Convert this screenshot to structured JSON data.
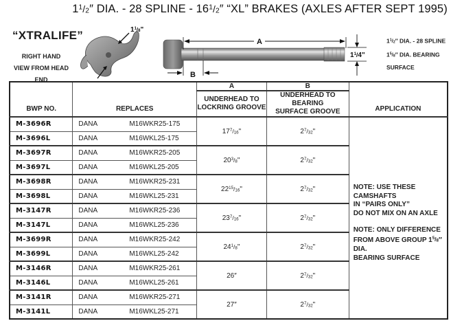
{
  "title": {
    "dia_whole": "1",
    "dia_num": "1",
    "dia_den": "2",
    "part1": "″ DIA. - 28 SPLINE - 16",
    "len_num": "1",
    "len_den": "2",
    "part2": "″ “XL” BRAKES (AXLES AFTER SEPT 1995)"
  },
  "cam_image": {
    "label": "“XTRALIFE”",
    "hand": "RIGHT HAND",
    "view": "VIEW FROM HEAD END",
    "dim_whole": "1",
    "dim_num": "1",
    "dim_den": "8"
  },
  "shaft_image": {
    "label_a": "A",
    "label_b": "B",
    "dia_whole": "1",
    "dia_num": "1",
    "dia_den": "4"
  },
  "spec": {
    "line1_whole": "1",
    "line1_num": "1",
    "line1_den": "2",
    "line1_rest": "″ DIA. - 28 SPLINE",
    "line2_whole": "1",
    "line2_num": "5",
    "line2_den": "8",
    "line2_rest": "″ DIA. BEARING",
    "line3": "SURFACE"
  },
  "table": {
    "headers": {
      "bwp": "BWP NO.",
      "replaces": "REPLACES",
      "a_letter": "A",
      "a_line1": "UNDERHEAD TO",
      "a_line2": "LOCKRING GROOVE",
      "b_letter": "B",
      "b_line1": "UNDERHEAD TO BEARING",
      "b_line2": "SURFACE GROOVE",
      "application": "APPLICATION"
    },
    "groups": [
      {
        "a": {
          "whole": "17",
          "num": "7",
          "den": "16"
        },
        "b": {
          "whole": "2",
          "num": "7",
          "den": "32"
        },
        "rows": [
          {
            "bwp": "M-3696R",
            "mfr": "DANA",
            "part": "M16WKR25-175"
          },
          {
            "bwp": "M-3696L",
            "mfr": "DANA",
            "part": "M16WKL25-175"
          }
        ]
      },
      {
        "a": {
          "whole": "20",
          "num": "3",
          "den": "8"
        },
        "b": {
          "whole": "2",
          "num": "7",
          "den": "32"
        },
        "rows": [
          {
            "bwp": "M-3697R",
            "mfr": "DANA",
            "part": "M16WKR25-205"
          },
          {
            "bwp": "M-3697L",
            "mfr": "DANA",
            "part": "M16WKL25-205"
          }
        ]
      },
      {
        "a": {
          "whole": "22",
          "num": "15",
          "den": "16"
        },
        "b": {
          "whole": "2",
          "num": "7",
          "den": "32"
        },
        "rows": [
          {
            "bwp": "M-3698R",
            "mfr": "DANA",
            "part": "M16WKR25-231"
          },
          {
            "bwp": "M-3698L",
            "mfr": "DANA",
            "part": "M16WKL25-231"
          }
        ]
      },
      {
        "a": {
          "whole": "23",
          "num": "7",
          "den": "16"
        },
        "b": {
          "whole": "2",
          "num": "7",
          "den": "32"
        },
        "rows": [
          {
            "bwp": "M-3147R",
            "mfr": "DANA",
            "part": "M16WKR25-236"
          },
          {
            "bwp": "M-3147L",
            "mfr": "DANA",
            "part": "M16WKL25-236"
          }
        ]
      },
      {
        "a": {
          "whole": "24",
          "num": "1",
          "den": "8"
        },
        "b": {
          "whole": "2",
          "num": "7",
          "den": "32"
        },
        "rows": [
          {
            "bwp": "M-3699R",
            "mfr": "DANA",
            "part": "M16WKR25-242"
          },
          {
            "bwp": "M-3699L",
            "mfr": "DANA",
            "part": "M16WKL25-242"
          }
        ]
      },
      {
        "a": {
          "whole": "26″",
          "num": "",
          "den": ""
        },
        "b": {
          "whole": "2",
          "num": "7",
          "den": "32"
        },
        "rows": [
          {
            "bwp": "M-3146R",
            "mfr": "DANA",
            "part": "M16WKR25-261"
          },
          {
            "bwp": "M-3146L",
            "mfr": "DANA",
            "part": "M16WKL25-261"
          }
        ]
      },
      {
        "a": {
          "whole": "27″",
          "num": "",
          "den": ""
        },
        "b": {
          "whole": "2",
          "num": "7",
          "den": "32"
        },
        "rows": [
          {
            "bwp": "M-3141R",
            "mfr": "DANA",
            "part": "M16WKR25-271"
          },
          {
            "bwp": "M-3141L",
            "mfr": "DANA",
            "part": "M16WKL25-271"
          }
        ]
      }
    ],
    "application": {
      "note1_l1": "NOTE: USE THESE CAMSHAFTS",
      "note1_l2": "IN “PAIRS ONLY”",
      "note1_l3": "DO NOT MIX ON AN AXLE",
      "note2_l1": "NOTE: ONLY DIFFERENCE",
      "note2_l2_pre": "FROM ABOVE GROUP 1",
      "note2_num": "5",
      "note2_den": "8",
      "note2_l2_post": "″ DIA.",
      "note2_l3": "BEARING SURFACE"
    }
  }
}
